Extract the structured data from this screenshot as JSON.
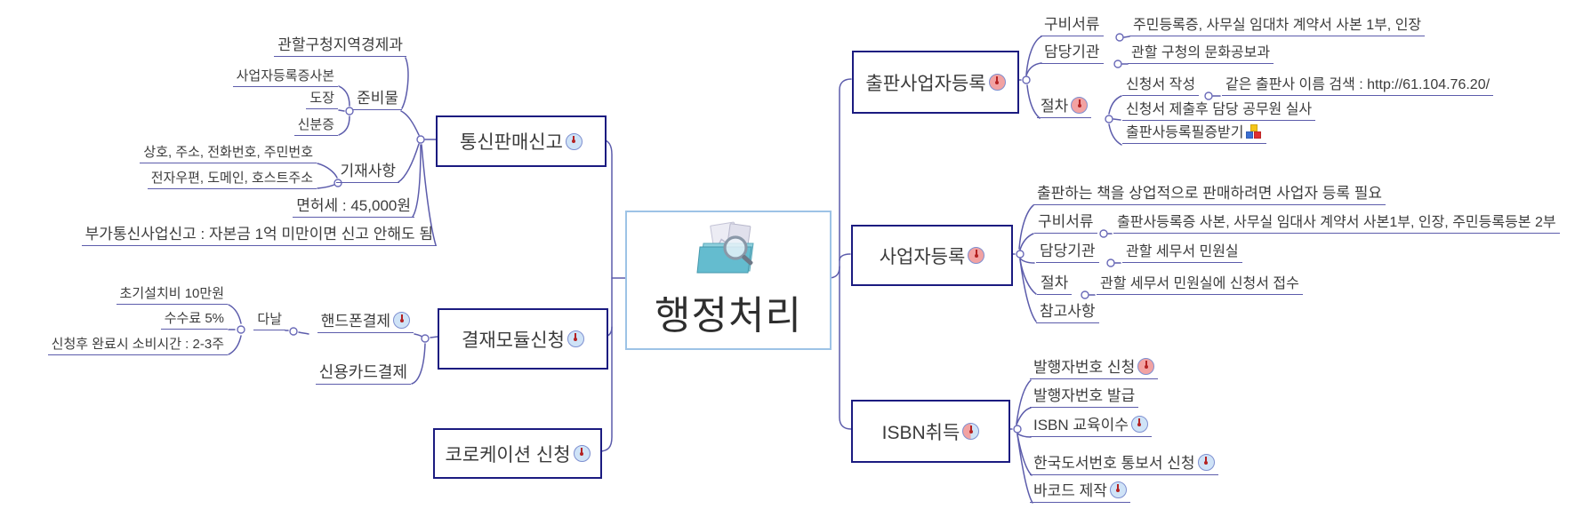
{
  "root": {
    "label": "행정처리"
  },
  "left": {
    "telecom": {
      "label": "통신판매신고",
      "junbi": {
        "label": "준비물",
        "office": "관할구청지역경제과",
        "copy": "사업자등록증사본",
        "stamp": "도장",
        "idcard": "신분증"
      },
      "gijae": {
        "label": "기재사항",
        "line1": "상호, 주소, 전화번호, 주민번호",
        "line2": "전자우편, 도메인, 호스트주소"
      },
      "license": "면허세 : 45,000원",
      "extra": "부가통신사업신고 : 자본금 1억 미만이면 신고 안해도 됨"
    },
    "payment": {
      "label": "결재모듈신청",
      "phone": {
        "label": "핸드폰결제"
      },
      "danal": {
        "label": "다날",
        "setup": "초기설치비 10만원",
        "fee": "수수료 5%",
        "time": "신청후 완료시 소비시간 : 2-3주"
      },
      "card": "신용카드결제"
    },
    "colocation": {
      "label": "코로케이션 신청"
    }
  },
  "right": {
    "publisher": {
      "label": "출판사업자등록",
      "docs_label": "구비서류",
      "docs_value": "주민등록증, 사무실 임대차 계약서 사본 1부, 인장",
      "agency_label": "담당기관",
      "agency_value": "관할 구청의 문화공보과",
      "proc_label": "절차",
      "step1_label": "신청서 작성",
      "step1_value": "같은 출판사 이름 검색 : http://61.104.76.20/",
      "step2": "신청서 제출후 담당 공무원 실사",
      "step3": "출판사등록필증받기"
    },
    "business": {
      "label": "사업자등록",
      "note": "출판하는 책을 상업적으로 판매하려면 사업자 등록 필요",
      "docs_label": "구비서류",
      "docs_value": "출판사등록증 사본, 사무실 임대사 계약서 사본1부, 인장, 주민등록등본 2부",
      "agency_label": "담당기관",
      "agency_value": "관할 세무서 민원실",
      "proc_label": "절차",
      "proc_value": "관할 세무서 민원실에 신청서 접수",
      "ref": "참고사항"
    },
    "isbn": {
      "label": "ISBN취득",
      "s1": "발행자번호 신청",
      "s2": "발행자번호 발급",
      "s3": "ISBN 교육이수",
      "s4": "한국도서번호 통보서 신청",
      "s5": "바코드 제작"
    }
  },
  "colors": {
    "connector": "#5c5cab",
    "box_border": "#1b1b80",
    "center_border": "#9dc3e6",
    "clock_blue": "#cfe3f7",
    "clock_red": "#f2a2a2"
  }
}
